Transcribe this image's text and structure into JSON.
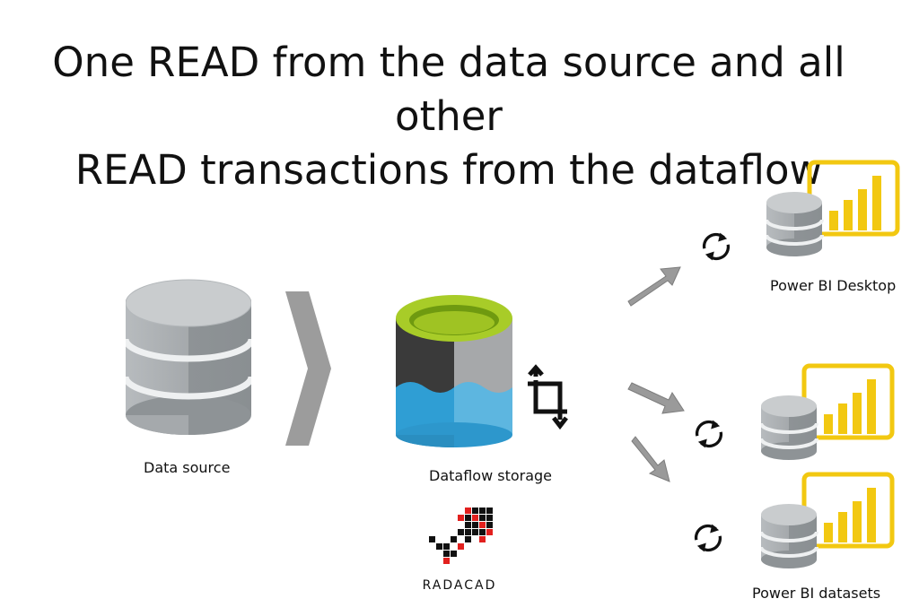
{
  "title": {
    "line1": "One READ from the data source and all other",
    "line2": "READ transactions from the dataflow"
  },
  "nodes": {
    "data_source": "Data source",
    "dataflow_storage": "Dataflow storage",
    "power_bi_desktop": "Power BI Desktop",
    "power_bi_datasets": "Power BI datasets"
  },
  "logo": {
    "text": "RADACAD"
  },
  "icons": {
    "database": "database-icon",
    "chevron": "chevron-right-icon",
    "dataflow": "dataflow-cylinder-icon",
    "transform": "crop-rotate-icon",
    "refresh": "refresh-icon",
    "power_bi": "power-bi-report-icon"
  },
  "colors": {
    "db_gray": "#8d9295",
    "db_light": "#b8bcbf",
    "chevron": "#9c9c9c",
    "dataflow_green": "#a8cc28",
    "dataflow_dark": "#3a3a3a",
    "dataflow_blue": "#2f9ed4",
    "power_bi_yellow": "#f2c811",
    "logo_red": "#e2201e"
  }
}
